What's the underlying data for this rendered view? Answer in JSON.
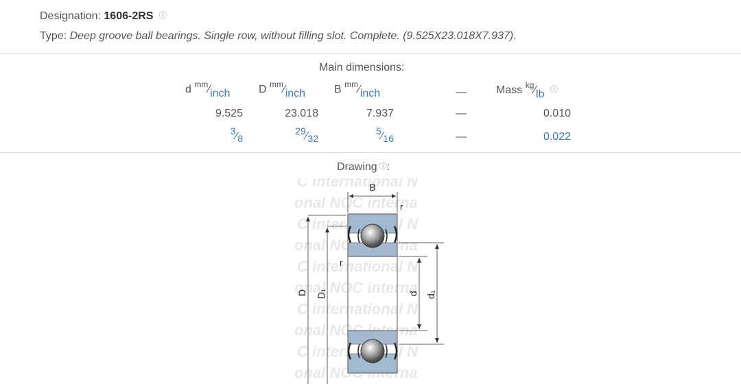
{
  "header": {
    "designation_label": "Designation:",
    "designation_value": "1606-2RS",
    "type_label": "Type:",
    "type_value": "Deep groove ball bearings. Single row, without filling slot. Complete. (9.525X23.018X7.937)."
  },
  "dimensions": {
    "title": "Main dimensions:",
    "col_d": "d",
    "col_D": "D",
    "col_B": "B",
    "unit_top": "mm",
    "unit_bottom": "inch",
    "mass_label": "Mass",
    "mass_unit_top": "kg",
    "mass_unit_bottom": "lb",
    "dash": "—",
    "metric": {
      "d": "9.525",
      "D": "23.018",
      "B": "7.937",
      "mass": "0.010"
    },
    "imperial": {
      "d_num": "3",
      "d_den": "8",
      "D_num": "29",
      "D_den": "32",
      "B_num": "5",
      "B_den": "16",
      "mass": "0.022"
    }
  },
  "drawing": {
    "title": "Drawing",
    "labels": {
      "B": "B",
      "r_top": "r",
      "r_mid": "r",
      "D": "D",
      "D1": "D₁",
      "d": "d",
      "d1": "d₁"
    },
    "watermark_lines": [
      "C international N",
      "onal NOC interna",
      "C international N",
      "onal NOC interna",
      "C international N",
      "onal NOC interna",
      "C international N",
      "onal NOC interna",
      "C international N",
      "onal NOC interna"
    ],
    "colors": {
      "ring": "#a3b9cf",
      "ring_stroke": "#555",
      "watermark": "#e6e6e6"
    }
  }
}
